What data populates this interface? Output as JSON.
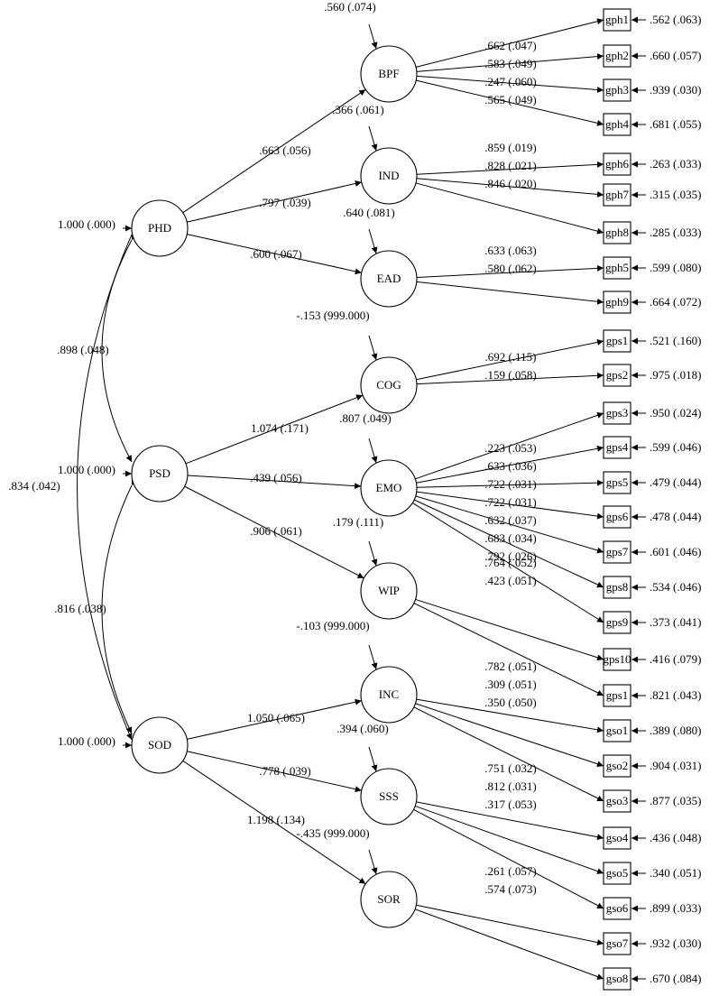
{
  "diagram": {
    "second_order": [
      {
        "id": "PHD",
        "variance": "1.000 (.000)"
      },
      {
        "id": "PSD",
        "variance": "1.000 (.000)"
      },
      {
        "id": "SOD",
        "variance": "1.000 (.000)"
      }
    ],
    "correlations": [
      {
        "from": "PHD",
        "to": "PSD",
        "label": ".898 (.048)"
      },
      {
        "from": "PSD",
        "to": "SOD",
        "label": ".816 (.038)"
      },
      {
        "from": "PHD",
        "to": "SOD",
        "label": ".834 (.042)"
      }
    ],
    "first_order": [
      {
        "id": "BPF",
        "parent": "PHD",
        "loading": ".663 (.056)",
        "residual": ".560 (.074)"
      },
      {
        "id": "IND",
        "parent": "PHD",
        "loading": ".797 (.039)",
        "residual": ".366 (.061)"
      },
      {
        "id": "EAD",
        "parent": "PHD",
        "loading": ".600 (.067)",
        "residual": ".640 (.081)"
      },
      {
        "id": "COG",
        "parent": "PSD",
        "loading": "1.074 (.171)",
        "residual": "-.153 (999.000)"
      },
      {
        "id": "EMO",
        "parent": "PSD",
        "loading": ".439 (.056)",
        "residual": ".807 (.049)"
      },
      {
        "id": "WIP",
        "parent": "PSD",
        "loading": ".906 (.061)",
        "residual": ".179 (.111)"
      },
      {
        "id": "INC",
        "parent": "SOD",
        "loading": "1.050 (.065)",
        "residual": "-.103 (999.000)"
      },
      {
        "id": "SSS",
        "parent": "SOD",
        "loading": ".778 (.039)",
        "residual": ".394 (.060)"
      },
      {
        "id": "SOR",
        "parent": "SOD",
        "loading": "1.198 (.134)",
        "residual": "-.435 (999.000)"
      }
    ],
    "indicators": [
      {
        "id": "gph1",
        "factor": "BPF",
        "loading": ".662 (.047)",
        "error": ".562 (.063)"
      },
      {
        "id": "gph2",
        "factor": "BPF",
        "loading": ".583 (.049)",
        "error": ".660 (.057)"
      },
      {
        "id": "gph3",
        "factor": "BPF",
        "loading": ".247 (.060)",
        "error": ".939 (.030)"
      },
      {
        "id": "gph4",
        "factor": "BPF",
        "loading": ".565 (.049)",
        "error": ".681 (.055)"
      },
      {
        "id": "gph6",
        "factor": "IND",
        "loading": ".859 (.019)",
        "error": ".263 (.033)"
      },
      {
        "id": "gph7",
        "factor": "IND",
        "loading": ".828 (.021)",
        "error": ".315 (.035)"
      },
      {
        "id": "gph8",
        "factor": "IND",
        "loading": ".846 (.020)",
        "error": ".285 (.033)"
      },
      {
        "id": "gph5",
        "factor": "EAD",
        "loading": ".633 (.063)",
        "error": ".599 (.080)"
      },
      {
        "id": "gph9",
        "factor": "EAD",
        "loading": ".580 (.062)",
        "error": ".664 (.072)"
      },
      {
        "id": "gps1",
        "factor": "COG",
        "loading": ".692 (.115)",
        "error": ".521 (.160)"
      },
      {
        "id": "gps2",
        "factor": "COG",
        "loading": ".159 (.058)",
        "error": ".975 (.018)"
      },
      {
        "id": "gps3",
        "factor": "EMO",
        "loading": ".223 (.053)",
        "error": ".950 (.024)"
      },
      {
        "id": "gps4",
        "factor": "EMO",
        "loading": ".633 (.036)",
        "error": ".599 (.046)"
      },
      {
        "id": "gps5",
        "factor": "EMO",
        "loading": ".722 (.031)",
        "error": ".479 (.044)"
      },
      {
        "id": "gps6",
        "factor": "EMO",
        "loading": ".722 (.031)",
        "error": ".478 (.044)"
      },
      {
        "id": "gps7",
        "factor": "EMO",
        "loading": ".632 (.037)",
        "error": ".601 (.046)"
      },
      {
        "id": "gps8",
        "factor": "EMO",
        "loading": ".683 (.034)",
        "error": ".534 (.046)"
      },
      {
        "id": "gps9",
        "factor": "EMO",
        "loading": ".792 (.026)",
        "error": ".373 (.041)"
      },
      {
        "id": "gps10",
        "factor": "WIP",
        "loading": ".764 (.052)",
        "error": ".416 (.079)"
      },
      {
        "id": "gps1",
        "factor": "WIP",
        "loading": ".423 (.051)",
        "error": ".821 (.043)"
      },
      {
        "id": "gso1",
        "factor": "INC",
        "loading": ".782 (.051)",
        "error": ".389 (.080)"
      },
      {
        "id": "gso2",
        "factor": "INC",
        "loading": ".309 (.051)",
        "error": ".904 (.031)"
      },
      {
        "id": "gso3",
        "factor": "INC",
        "loading": ".350 (.050)",
        "error": ".877 (.035)"
      },
      {
        "id": "gso4",
        "factor": "SSS",
        "loading": ".751 (.032)",
        "error": ".436 (.048)"
      },
      {
        "id": "gso5",
        "factor": "SSS",
        "loading": ".812 (.031)",
        "error": ".340 (.051)"
      },
      {
        "id": "gso6",
        "factor": "SSS",
        "loading": ".317 (.053)",
        "error": ".899 (.033)"
      },
      {
        "id": "gso7",
        "factor": "SOR",
        "loading": ".261 (.057)",
        "error": ".932 (.030)"
      },
      {
        "id": "gso8",
        "factor": "SOR",
        "loading": ".574 (.073)",
        "error": ".670 (.084)"
      }
    ]
  }
}
